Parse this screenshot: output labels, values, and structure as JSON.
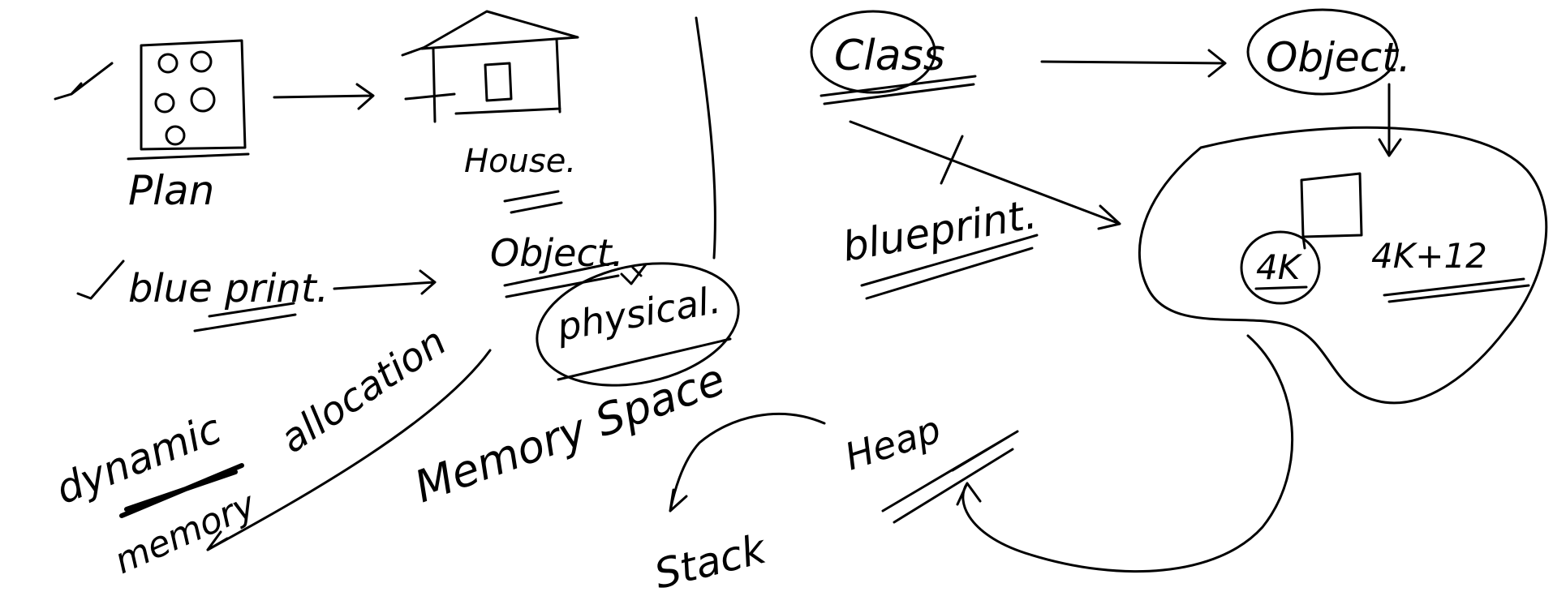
{
  "ink_color": "#000000",
  "background": "#ffffff",
  "labels": {
    "plan": "Plan",
    "house": "House.",
    "blueprint_left": "blue print.",
    "object_left": "Object.",
    "physical": "physical.",
    "dynamic": "dynamic",
    "memory": "memory",
    "allocation": "allocation",
    "memory_space": "Memory Space",
    "stack": "Stack",
    "heap": "Heap",
    "class": "Class",
    "object_right": "Object.",
    "blueprint_right": "blueprint.",
    "address_4k": "4K",
    "address_4k_12": "4K+12"
  }
}
